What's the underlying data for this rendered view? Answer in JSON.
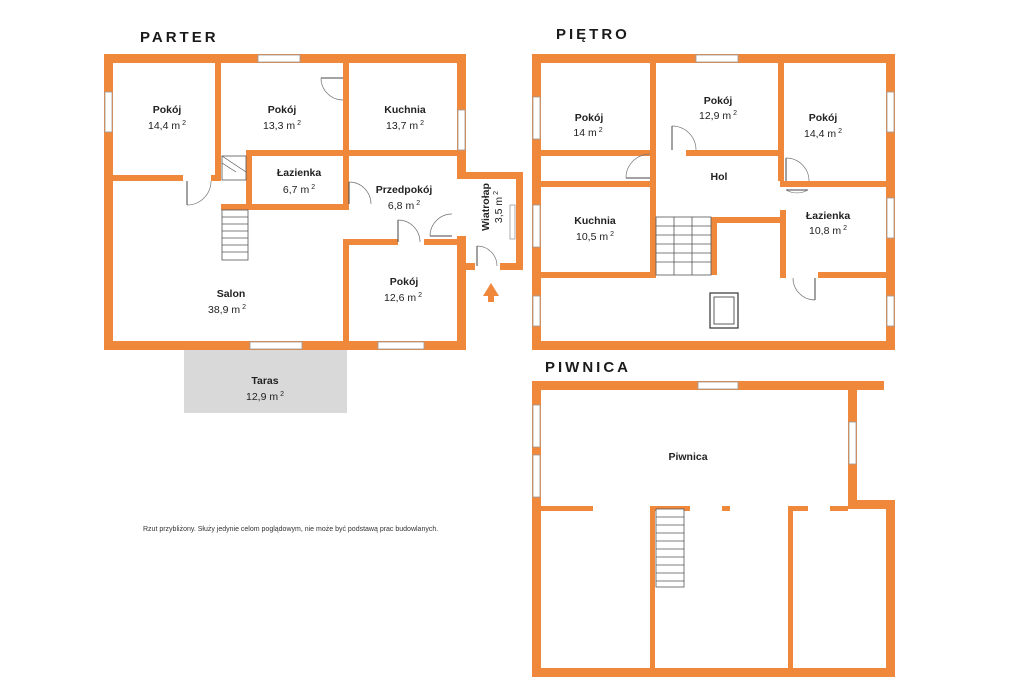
{
  "floors": {
    "parter": "PARTER",
    "pietro": "PIĘTRO",
    "piwnica": "PIWNICA"
  },
  "unit": "m",
  "unit_sup": "2",
  "rooms": {
    "parter_pokoj1": {
      "name": "Pokój",
      "area": "14,4"
    },
    "parter_pokoj2": {
      "name": "Pokój",
      "area": "13,3"
    },
    "parter_kuchnia": {
      "name": "Kuchnia",
      "area": "13,7"
    },
    "parter_lazienka": {
      "name": "Łazienka",
      "area": "6,7"
    },
    "parter_przedpokoj": {
      "name": "Przedpokój",
      "area": "6,8"
    },
    "parter_wiatrolap": {
      "name": "Wiatrołap",
      "area": "3,5"
    },
    "parter_salon": {
      "name": "Salon",
      "area": "38,9"
    },
    "parter_pokoj3": {
      "name": "Pokój",
      "area": "12,6"
    },
    "parter_taras": {
      "name": "Taras",
      "area": "12,9"
    },
    "pietro_pokoj1": {
      "name": "Pokój",
      "area": "14"
    },
    "pietro_pokoj2": {
      "name": "Pokój",
      "area": "12,9"
    },
    "pietro_pokoj3": {
      "name": "Pokój",
      "area": "14,4"
    },
    "pietro_hol": {
      "name": "Hol"
    },
    "pietro_kuchnia": {
      "name": "Kuchnia",
      "area": "10,5"
    },
    "pietro_lazienka": {
      "name": "Łazienka",
      "area": "10,8"
    },
    "piwnica": {
      "name": "Piwnica"
    }
  },
  "disclaimer": "Rzut przybliżony. Służy jedynie celom poglądowym, nie może być podstawą prac budowlanych.",
  "colors": {
    "wall": "#f0883c",
    "terrace": "#d9d9d9",
    "window_frame": "#9a9a9a"
  }
}
